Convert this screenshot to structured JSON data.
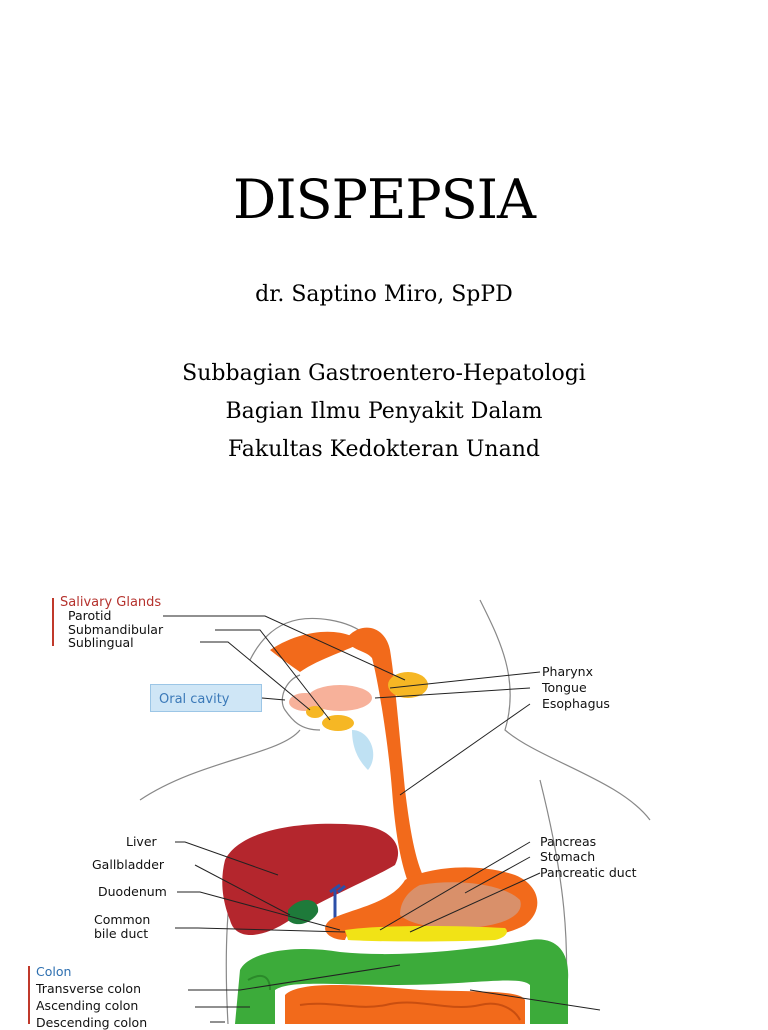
{
  "slide": {
    "title": "DISPEPSIA",
    "author": "dr. Saptino Miro, SpPD",
    "affiliation": [
      "Subbagian Gastroentero-Hepatologi",
      "Bagian Ilmu Penyakit Dalam",
      "Fakultas Kedokteran Unand"
    ]
  },
  "diagram": {
    "salivary_group": "Salivary Glands",
    "salivary_items": [
      "Parotid",
      "Submandibular",
      "Sublingual"
    ],
    "oral_cavity": "Oral cavity",
    "right_upper": [
      "Pharynx",
      "Tongue",
      "Esophagus"
    ],
    "left_mid": [
      "Liver",
      "Gallbladder",
      "Duodenum",
      "Common",
      "bile duct"
    ],
    "right_mid": [
      "Pancreas",
      "Stomach",
      "Pancreatic duct"
    ],
    "colon_group": "Colon",
    "colon_items": [
      "Transverse colon",
      "Ascending colon",
      "Descending colon"
    ]
  }
}
